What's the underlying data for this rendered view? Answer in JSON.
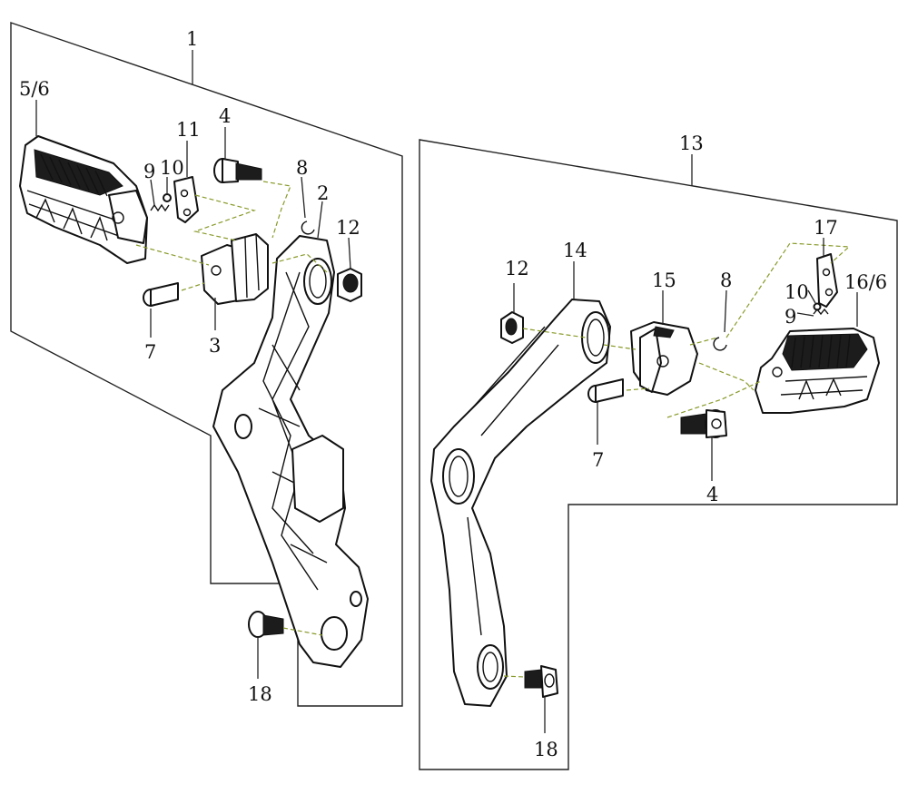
{
  "colors": {
    "ink": "#111111",
    "guide_line": "#8a9a2a",
    "background": "#ffffff"
  },
  "left_assembly": {
    "callouts": {
      "c1": "1",
      "c56": "5/6",
      "c11": "11",
      "c9": "9",
      "c10": "10",
      "c4": "4",
      "c8": "8",
      "c2": "2",
      "c12": "12",
      "c7": "7",
      "c3": "3",
      "c18": "18"
    }
  },
  "right_assembly": {
    "callouts": {
      "c13": "13",
      "c12": "12",
      "c14": "14",
      "c15": "15",
      "c8": "8",
      "c17": "17",
      "c10": "10",
      "c166": "16/6",
      "c9": "9",
      "c7": "7",
      "c4": "4",
      "c18": "18"
    }
  }
}
